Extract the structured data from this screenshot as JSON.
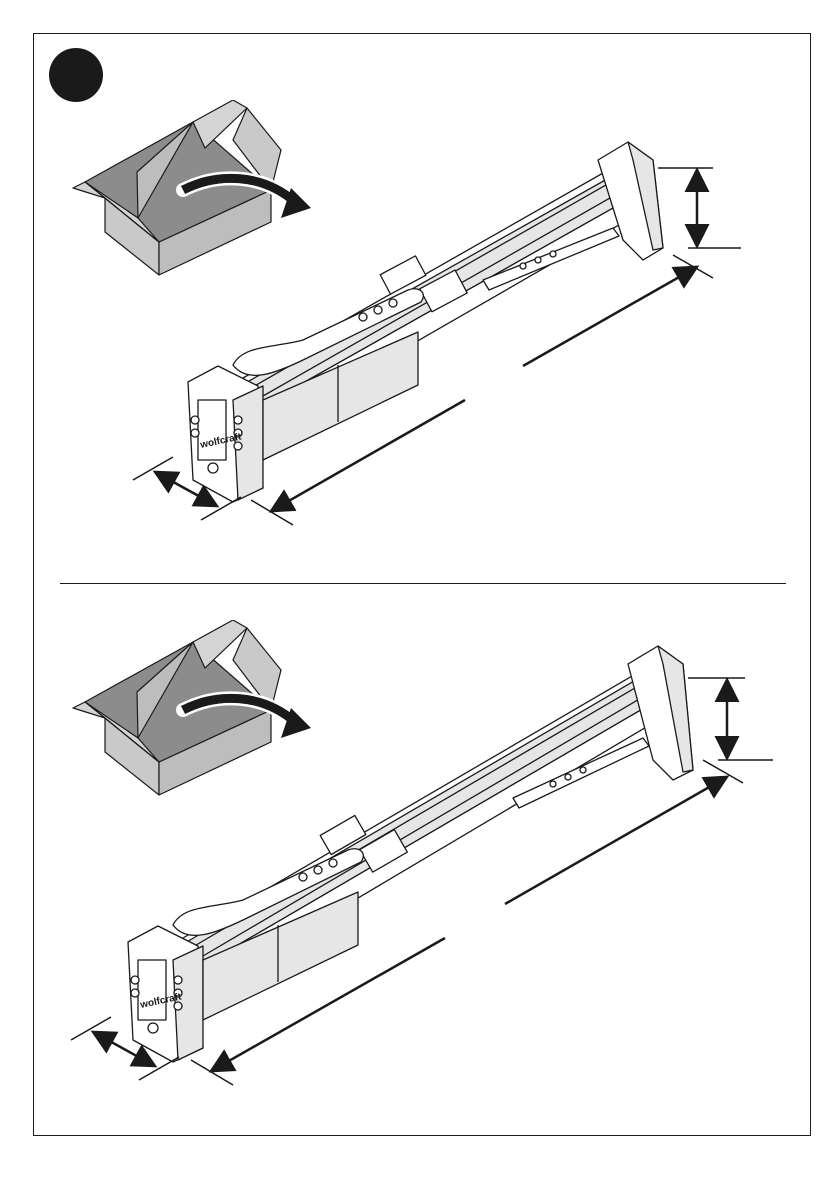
{
  "page": {
    "step_badge": "step-marker-filled-circle"
  },
  "colors": {
    "line": "#1a1a1a",
    "box_light": "#d4d4d4",
    "box_mid": "#bdbdbd",
    "box_dark": "#8c8c8c",
    "tool_fill": "#ffffff",
    "tool_shade": "#e6e6e6"
  },
  "panels": [
    {
      "id": "standard-length",
      "brand_label": "wolfcraft",
      "icons": [
        "unpacking-box-icon",
        "curved-arrow-icon",
        "tile-cutter-illustration",
        "width-dimension-arrow-icon",
        "length-dimension-arrow-icon",
        "height-dimension-arrow-icon"
      ]
    },
    {
      "id": "extended-length",
      "brand_label": "wolfcraft",
      "icons": [
        "unpacking-box-icon",
        "curved-arrow-icon",
        "tile-cutter-illustration",
        "width-dimension-arrow-icon",
        "length-dimension-arrow-icon",
        "height-dimension-arrow-icon"
      ]
    }
  ]
}
